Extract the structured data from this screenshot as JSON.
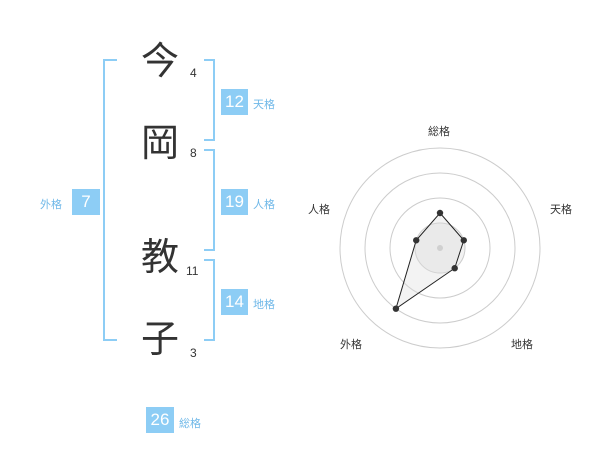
{
  "name": {
    "chars": [
      {
        "char": "今",
        "strokes": "4"
      },
      {
        "char": "岡",
        "strokes": "8"
      },
      {
        "char": "教",
        "strokes": "11"
      },
      {
        "char": "子",
        "strokes": "3"
      }
    ]
  },
  "fortunes": {
    "tenkaku": {
      "value": "12",
      "label": "天格"
    },
    "jinkaku": {
      "value": "19",
      "label": "人格"
    },
    "chikaku": {
      "value": "14",
      "label": "地格"
    },
    "gaikaku": {
      "value": "7",
      "label": "外格"
    },
    "soukaku": {
      "value": "26",
      "label": "総格"
    }
  },
  "radar": {
    "axis_labels": {
      "top": "総格",
      "top_right": "天格",
      "bottom_right": "地格",
      "bottom_left": "外格",
      "top_left": "人格"
    },
    "colors": {
      "accent": "#8dcdf5",
      "bracket": "#8dcdf5",
      "grid": "#cccccc"
    }
  },
  "chart_data": {
    "type": "radar",
    "axes": [
      "総格",
      "天格",
      "地格",
      "外格",
      "人格"
    ],
    "values": [
      0.35,
      0.25,
      0.25,
      0.75,
      0.25
    ],
    "rings": 4
  }
}
